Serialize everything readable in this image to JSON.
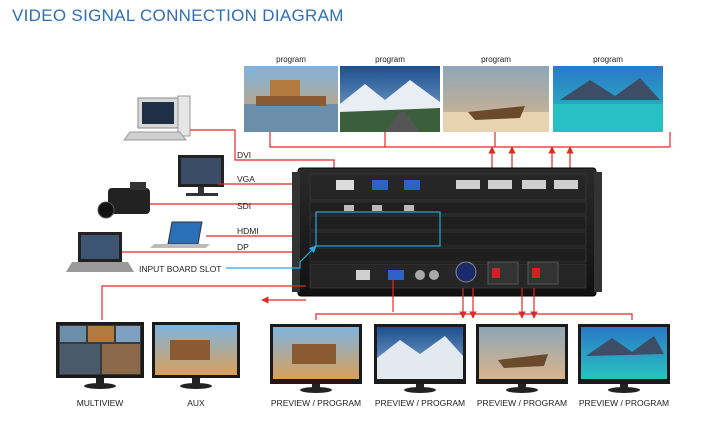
{
  "title": "VIDEO SIGNAL CONNECTION DIAGRAM",
  "top_screens": [
    "program",
    "program",
    "program",
    "program"
  ],
  "inputs": [
    "DVI",
    "VGA",
    "SDI",
    "HDMI",
    "DP"
  ],
  "slot_label": "INPUT BOARD SLOT",
  "bottom_monitors": [
    "MULTIVIEW",
    "AUX",
    "PREVIEW / PROGRAM",
    "PREVIEW / PROGRAM",
    "PREVIEW / PROGRAM",
    "PREVIEW / PROGRAM"
  ],
  "colors": {
    "title": "#2e6fb7",
    "signal": "#e02828",
    "slot_line": "#29a9e0",
    "chassis": "#1c1c1c"
  }
}
